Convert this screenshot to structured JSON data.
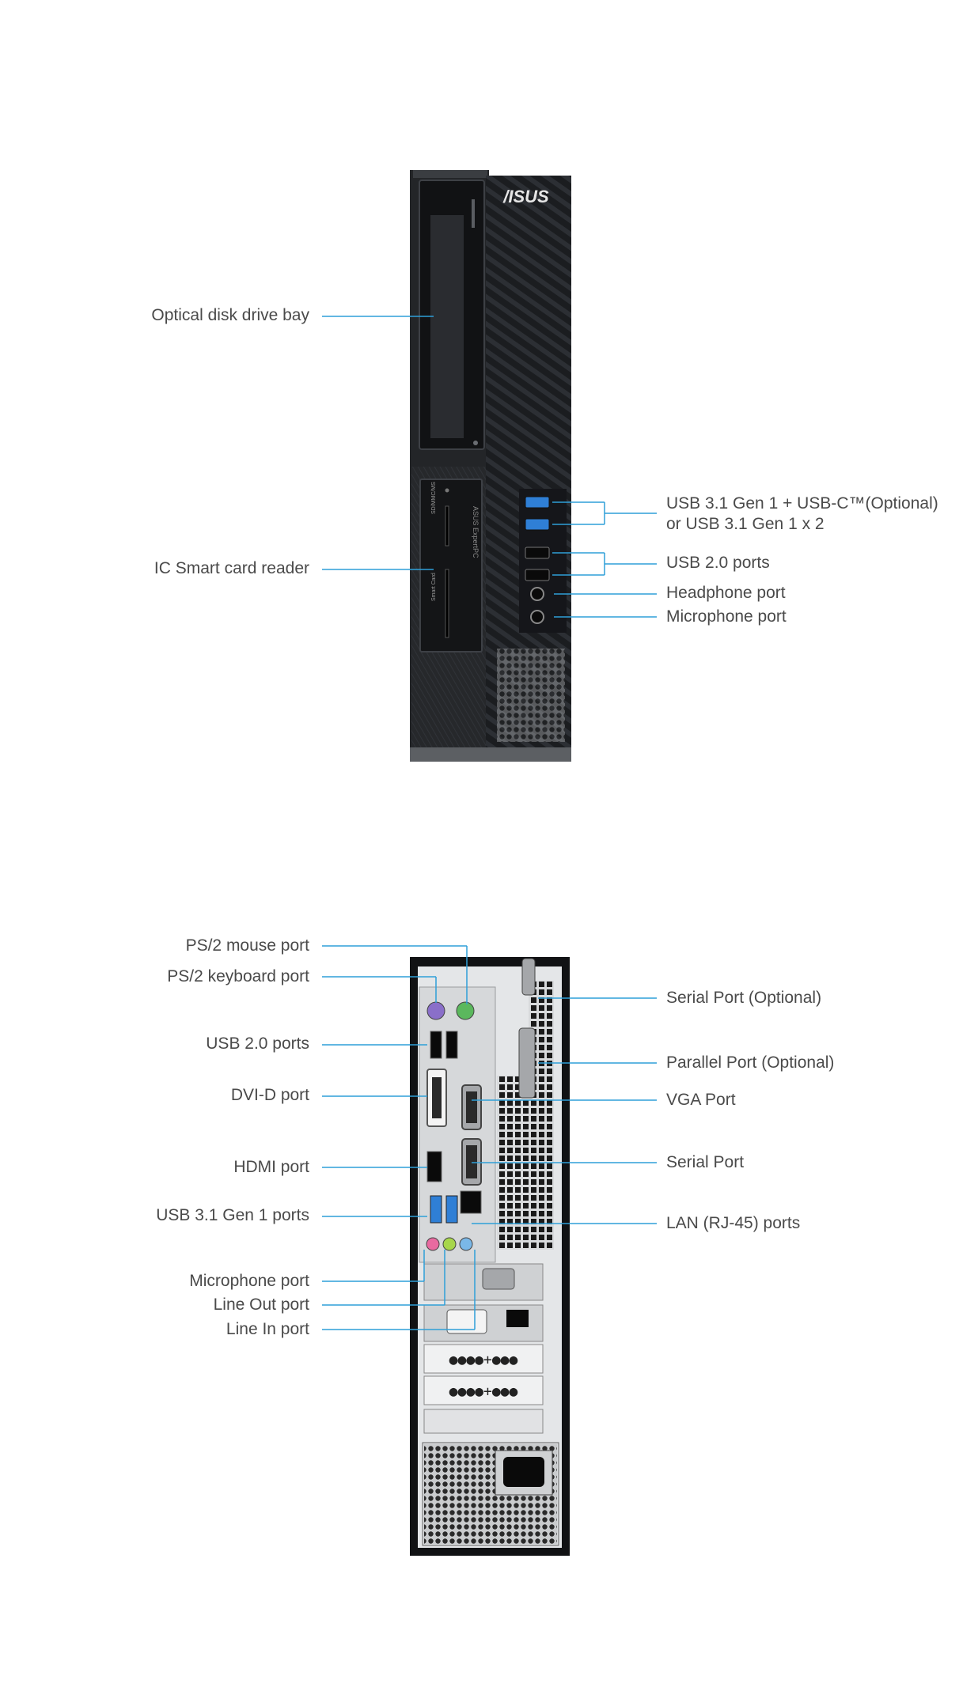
{
  "front": {
    "brand": "/ISUS",
    "side_text": "ASUS ExpertPC",
    "card_slot_text": "SD/MMC/MS",
    "smart_card_text": "Smart Card",
    "labels": {
      "optical_disk_drive_bay": "Optical disk drive bay",
      "ic_smart_card_reader": "IC Smart card reader",
      "usb31_line1": "USB 3.1 Gen 1 + USB-C™(Optional)",
      "usb31_line2": "or USB 3.1 Gen 1 x 2",
      "usb20_ports": "USB 2.0 ports",
      "headphone_port": "Headphone port",
      "microphone_port": "Microphone port"
    }
  },
  "rear": {
    "labels": {
      "ps2_mouse_port": "PS/2 mouse port",
      "ps2_keyboard_port": "PS/2 keyboard port",
      "usb20_ports": "USB 2.0 ports",
      "dvid_port": "DVI-D port",
      "hdmi_port": "HDMI port",
      "usb31_gen1_ports": "USB 3.1 Gen 1 ports",
      "microphone_port": "Microphone port",
      "line_out_port": "Line Out port",
      "line_in_port": "Line In port",
      "serial_port_optional": "Serial Port (Optional)",
      "parallel_port_optional": "Parallel Port (Optional)",
      "vga_port": "VGA Port",
      "serial_port": "Serial Port",
      "lan_ports": "LAN (RJ-45) ports"
    }
  },
  "colors": {
    "leader_line": "#2f9fd8",
    "label_text": "#4a4a4a",
    "chassis": "#1d1f22",
    "usb3_blue": "#2f7fd6",
    "mic_pink": "#e86aa0",
    "lineout_green": "#a7d64b",
    "linein_blue": "#7ab8e8",
    "ps2_mouse_green": "#5bb85d",
    "ps2_keyboard_purple": "#8a6fc9"
  }
}
